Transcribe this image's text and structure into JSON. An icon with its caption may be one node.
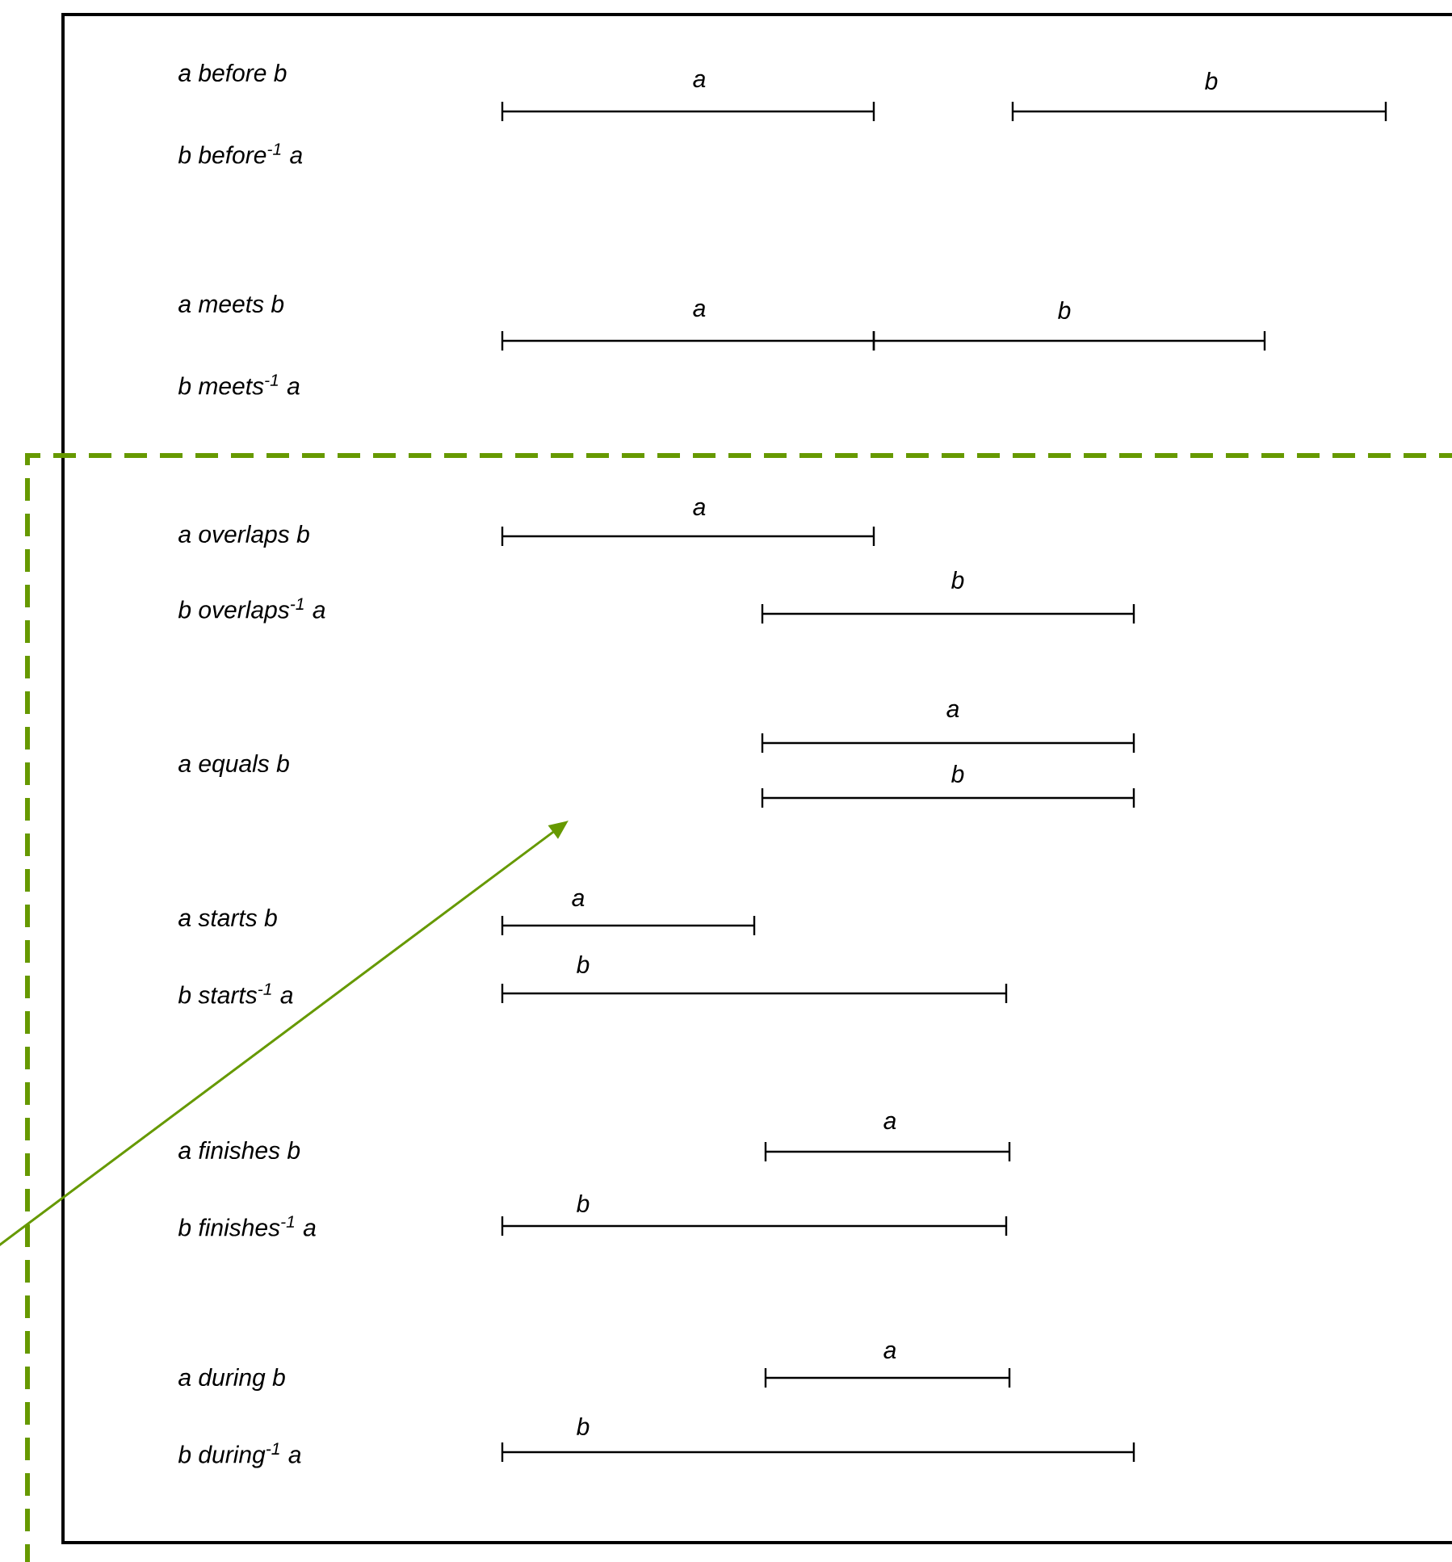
{
  "diagram": {
    "labels": [
      "a before b",
      "a",
      "b",
      "b before$^{-1}$ a",
      "a meets b",
      "a",
      "b",
      "b meets$^{-1}$ a",
      "a overlaps b",
      "a",
      "b",
      "b overlaps$^{-1}$ a",
      "a",
      "a equals b",
      "b",
      "a",
      "a starts b",
      "b",
      "b starts$^{-1}$ a",
      "a",
      "a finishes b",
      "b",
      "b finishes$^{-1}$ a",
      "a",
      "a during b",
      "b",
      "b during$^{-1}$ a"
    ]
  }
}
